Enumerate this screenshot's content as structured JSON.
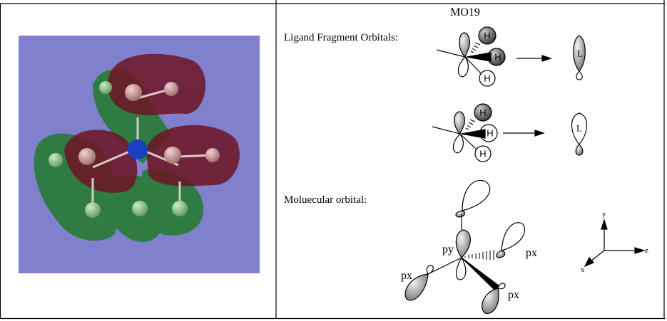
{
  "table": {
    "right_cell": {
      "title": "MO19",
      "ligand_label": "Ligand Fragment Orbitals:",
      "mo_label": "Moluecular orbital:",
      "atom_h": "H",
      "orbital_l": "L",
      "labels": {
        "py": "py",
        "px": "px"
      },
      "axes": {
        "x": "x",
        "y": "y",
        "z": "z"
      }
    },
    "left_cell": {
      "image": "orbital-render",
      "colors": {
        "background": "#8080cc",
        "positive": "#6e1424",
        "negative": "#1e7a24",
        "center_atom": "#1a3fc0"
      }
    }
  }
}
